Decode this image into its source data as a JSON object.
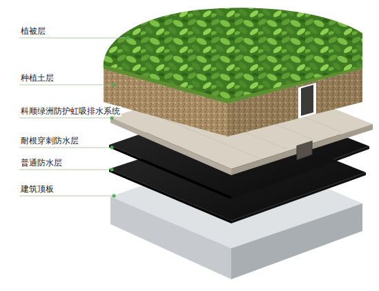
{
  "diagram": {
    "labels": [
      "植被层",
      "种植土层",
      "科顺绿洲防护虹吸排水系统",
      "耐根穿刺防水层",
      "普通防水层",
      "建筑顶板"
    ]
  }
}
